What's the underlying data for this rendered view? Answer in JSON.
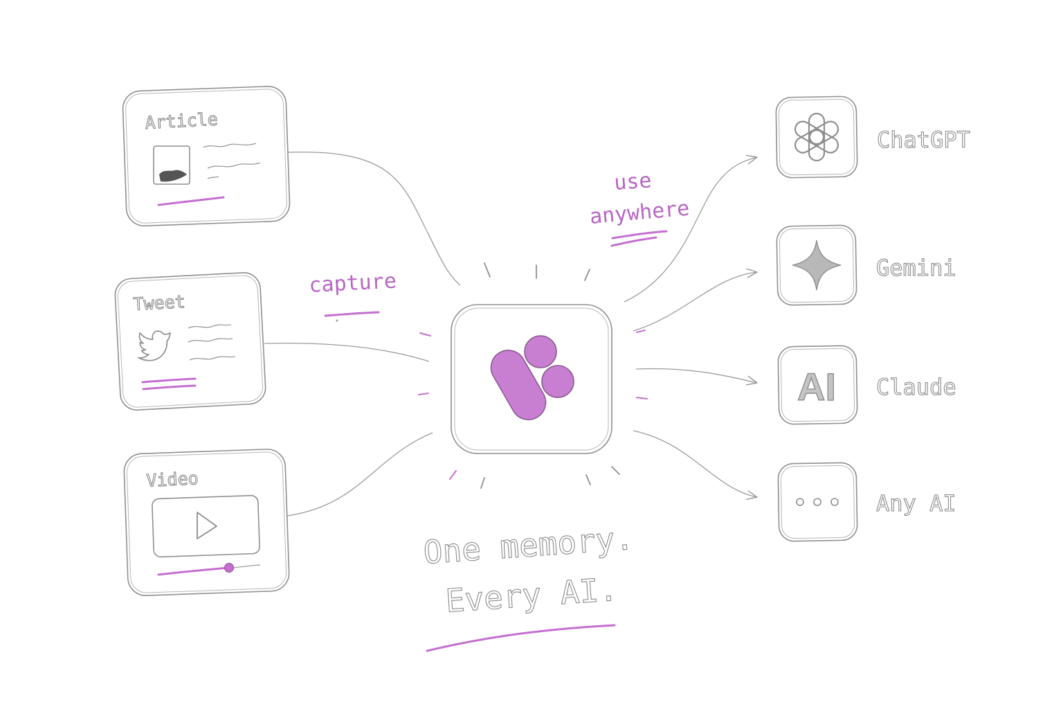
{
  "sources": [
    {
      "label": "Article",
      "icon": "article-thumbnail-icon"
    },
    {
      "label": "Tweet",
      "icon": "twitter-bird-icon"
    },
    {
      "label": "Video",
      "icon": "play-icon"
    }
  ],
  "annotations": {
    "capture": "capture",
    "use_anywhere_line1": "use",
    "use_anywhere_line2": "anywhere"
  },
  "hub": {
    "icon": "memory-logo-icon"
  },
  "targets": [
    {
      "label": "ChatGPT",
      "icon": "chatgpt-knot-icon"
    },
    {
      "label": "Gemini",
      "icon": "gemini-sparkle-icon",
      "icon_text": ""
    },
    {
      "label": "Claude",
      "icon": "ai-text-icon",
      "icon_text": "AI"
    },
    {
      "label": "Any AI",
      "icon": "ellipsis-icon"
    }
  ],
  "tagline": {
    "line1": "One memory.",
    "line2": "Every AI."
  },
  "colors": {
    "accent": "#c46fd0",
    "ink": "#8e8e8e",
    "background": "#ffffff"
  }
}
